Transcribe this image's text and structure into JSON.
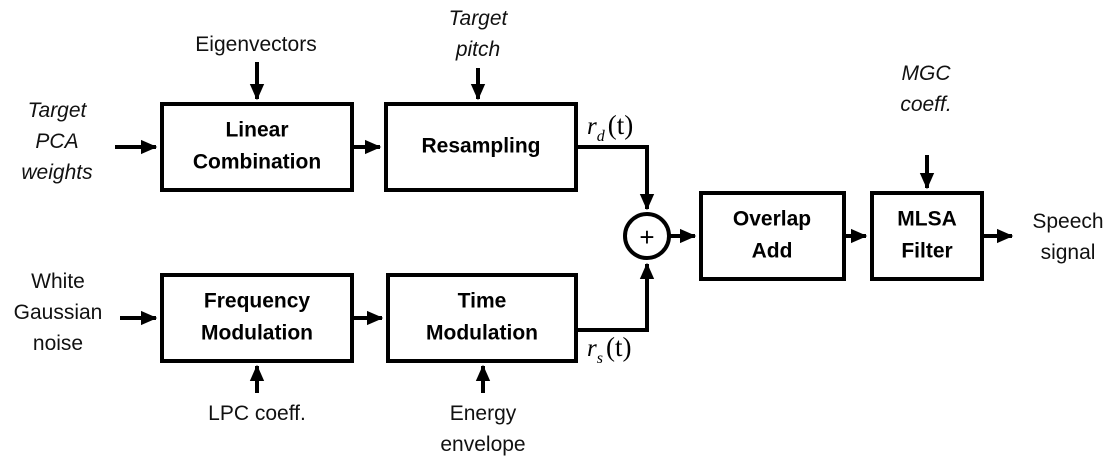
{
  "diagram": {
    "title": "Speech synthesis signal flow block diagram",
    "background_color": "#ffffff",
    "line_color": "#000000",
    "blocks": [
      {
        "id": "linear-combination",
        "line1": "Linear",
        "line2": "Combination"
      },
      {
        "id": "resampling",
        "line1": "Resampling",
        "line2": ""
      },
      {
        "id": "frequency-modulation",
        "line1": "Frequency",
        "line2": "Modulation"
      },
      {
        "id": "time-modulation",
        "line1": "Time",
        "line2": "Modulation"
      },
      {
        "id": "overlap-add",
        "line1": "Overlap",
        "line2": "Add"
      },
      {
        "id": "mlsa-filter",
        "line1": "MLSA",
        "line2": "Filter"
      }
    ],
    "inputs": [
      {
        "id": "target-pca-weights",
        "lines": [
          "Target",
          "PCA",
          "weights"
        ],
        "style": "italic"
      },
      {
        "id": "eigenvectors",
        "lines": [
          "Eigenvectors"
        ],
        "style": "normal"
      },
      {
        "id": "target-pitch",
        "lines": [
          "Target",
          "pitch"
        ],
        "style": "italic"
      },
      {
        "id": "mgc-coeff",
        "lines": [
          "MGC",
          "coeff."
        ],
        "style": "italic"
      },
      {
        "id": "white-gaussian-noise",
        "lines": [
          "White",
          "Gaussian",
          "noise"
        ],
        "style": "normal"
      },
      {
        "id": "lpc-coeff",
        "lines": [
          "LPC coeff."
        ],
        "style": "normal"
      },
      {
        "id": "energy-envelope",
        "lines": [
          "Energy",
          "envelope"
        ],
        "style": "normal"
      }
    ],
    "outputs": [
      {
        "id": "speech-signal",
        "lines": [
          "Speech",
          "signal"
        ],
        "style": "normal"
      }
    ],
    "signals": [
      {
        "id": "r-d-t",
        "base": "r",
        "subscript": "d",
        "arg": "(t)"
      },
      {
        "id": "r-s-t",
        "base": "r",
        "subscript": "s",
        "arg": "(t)"
      }
    ],
    "operators": [
      {
        "id": "summation-node",
        "symbol": "+"
      }
    ]
  }
}
